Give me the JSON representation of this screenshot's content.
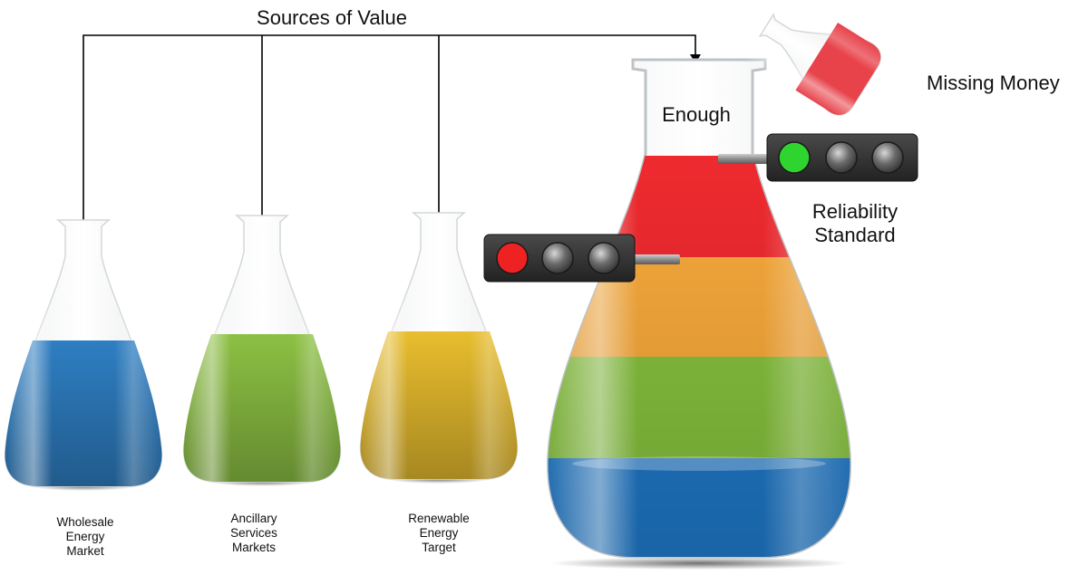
{
  "title": "Sources of Value",
  "sources": [
    {
      "label_lines": [
        "Wholesale",
        "Energy",
        "Market"
      ],
      "color": "#2e7ec2"
    },
    {
      "label_lines": [
        "Ancillary",
        "Services",
        "Markets"
      ],
      "color": "#8cc043"
    },
    {
      "label_lines": [
        "Renewable",
        "Energy",
        "Target"
      ],
      "color": "#e8bd2e"
    }
  ],
  "big_flask": {
    "top_label": "Enough",
    "layers": [
      {
        "name": "wholesale",
        "color": "#1f78c8"
      },
      {
        "name": "ancillary",
        "color": "#86c13d"
      },
      {
        "name": "renewable",
        "color": "#f7a93b"
      },
      {
        "name": "missing",
        "color": "#ee2a2f"
      }
    ]
  },
  "pouring_flask": {
    "label": "Missing Money",
    "color": "#e8434b"
  },
  "traffic_lights": [
    {
      "label_lines": [
        "Reliability",
        "Standard"
      ],
      "lit_color": "#2fd42f",
      "lit_index": 0
    },
    {
      "lit_color": "#ee2222",
      "lit_index": 0
    }
  ]
}
